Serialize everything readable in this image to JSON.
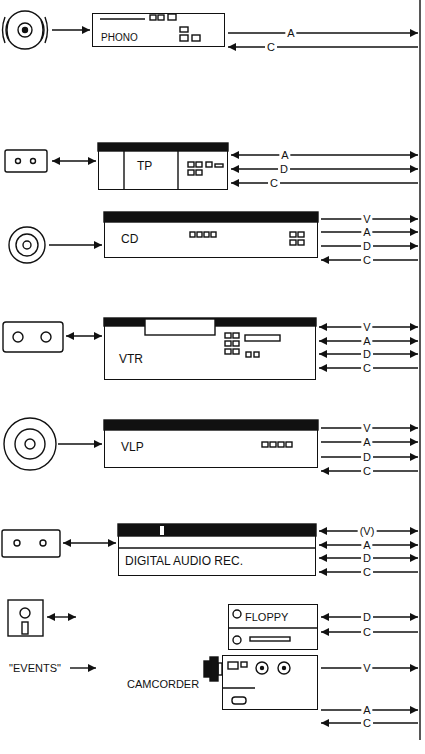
{
  "diagram": {
    "nodes": [
      {
        "text": [
          "PHONO"
        ]
      },
      {
        "text": [
          "TP"
        ]
      },
      {
        "text": [
          "CD"
        ]
      },
      {
        "text": [
          "VTR"
        ]
      },
      {
        "text": [
          "VLP"
        ]
      },
      {
        "text": [
          "DIGITAL AUDIO REC."
        ]
      },
      {
        "text": [
          "FLOPPY"
        ]
      },
      {
        "text": [
          "CAMCORDER"
        ]
      }
    ],
    "labels": [
      "A",
      "C",
      "A",
      "D",
      "C",
      "V",
      "A",
      "D",
      "C",
      "V",
      "A",
      "D",
      "C",
      "V",
      "A",
      "D",
      "C",
      "(V)",
      "A",
      "D",
      "C",
      "D",
      "C",
      "\"EVENTS\"",
      "V",
      "A",
      "C"
    ]
  }
}
